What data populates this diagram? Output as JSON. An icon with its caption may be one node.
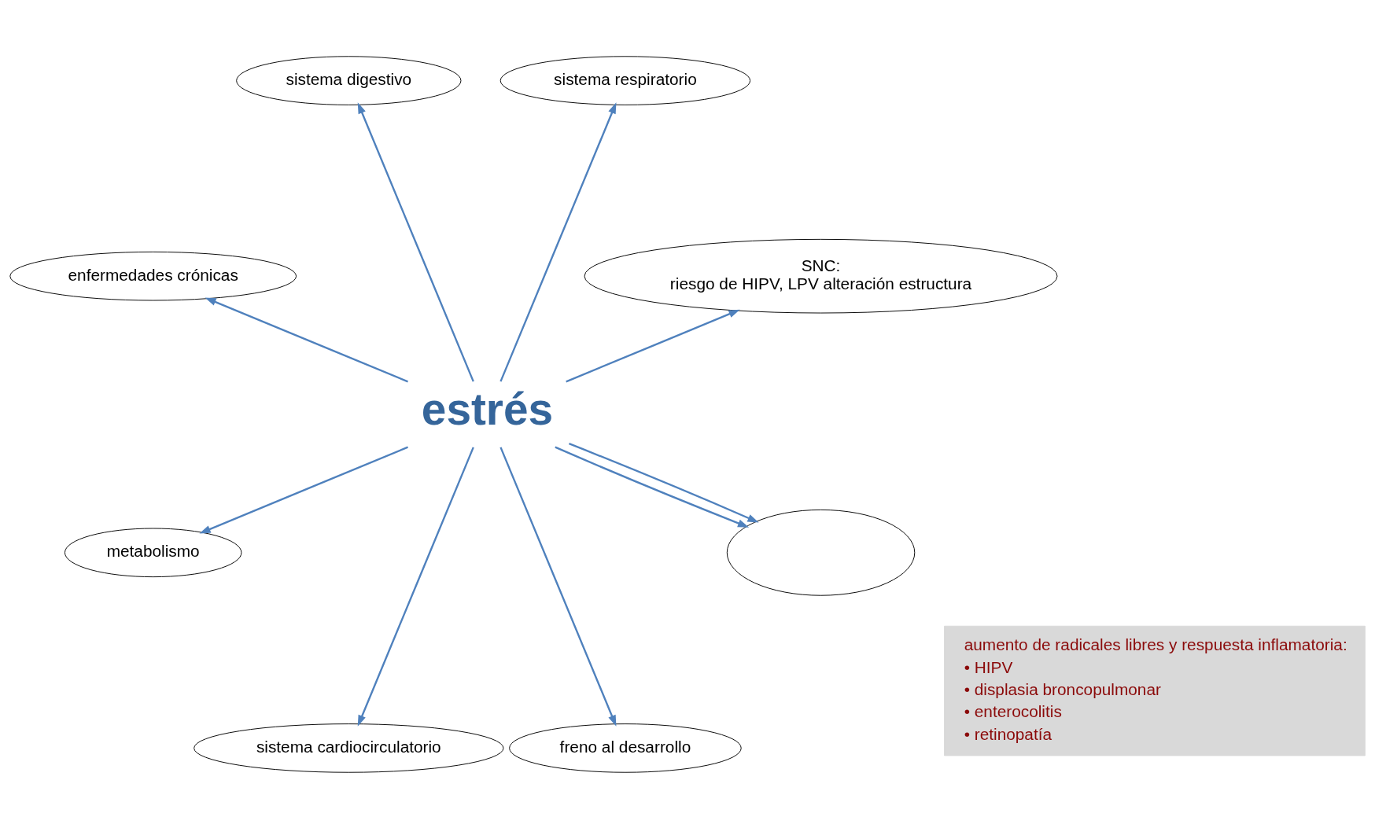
{
  "diagram": {
    "nodes": [
      {
        "text": [
          "estrés"
        ]
      },
      {
        "text": [
          "SNC:",
          "riesgo de HIPV, LPV alteración estructura"
        ]
      },
      {
        "text": [
          "sistema respiratorio"
        ]
      },
      {
        "text": [
          "sistema digestivo"
        ]
      },
      {
        "text": [
          "enfermedades crónicas"
        ]
      },
      {
        "text": [
          "metabolismo"
        ]
      },
      {
        "text": [
          "sistema cardiocirculatorio"
        ]
      },
      {
        "text": [
          "freno al desarrollo"
        ]
      },
      {
        "text": [],
        "shape": "ellipse"
      },
      {
        "text": [
          "aumento de radicales libres y respuesta inflamatoria:",
          "• HIPV",
          "• displasia broncopulmonar",
          "• enterocolitis",
          "• retinopatía"
        ]
      }
    ],
    "edges": [
      {
        "from": 0,
        "to": 1,
        "arrow": "to"
      },
      {
        "from": 0,
        "to": 2,
        "arrow": "to"
      },
      {
        "from": 0,
        "to": 3,
        "arrow": "to"
      },
      {
        "from": 0,
        "to": 4,
        "arrow": "to"
      },
      {
        "from": 0,
        "to": 5,
        "arrow": "to"
      },
      {
        "from": 0,
        "to": 6,
        "arrow": "to"
      },
      {
        "from": 0,
        "to": 7,
        "arrow": "to"
      },
      {
        "from": 0,
        "to": 8,
        "arrow": "to"
      },
      {
        "from": 0,
        "to": 8,
        "arrow": "to"
      }
    ]
  }
}
